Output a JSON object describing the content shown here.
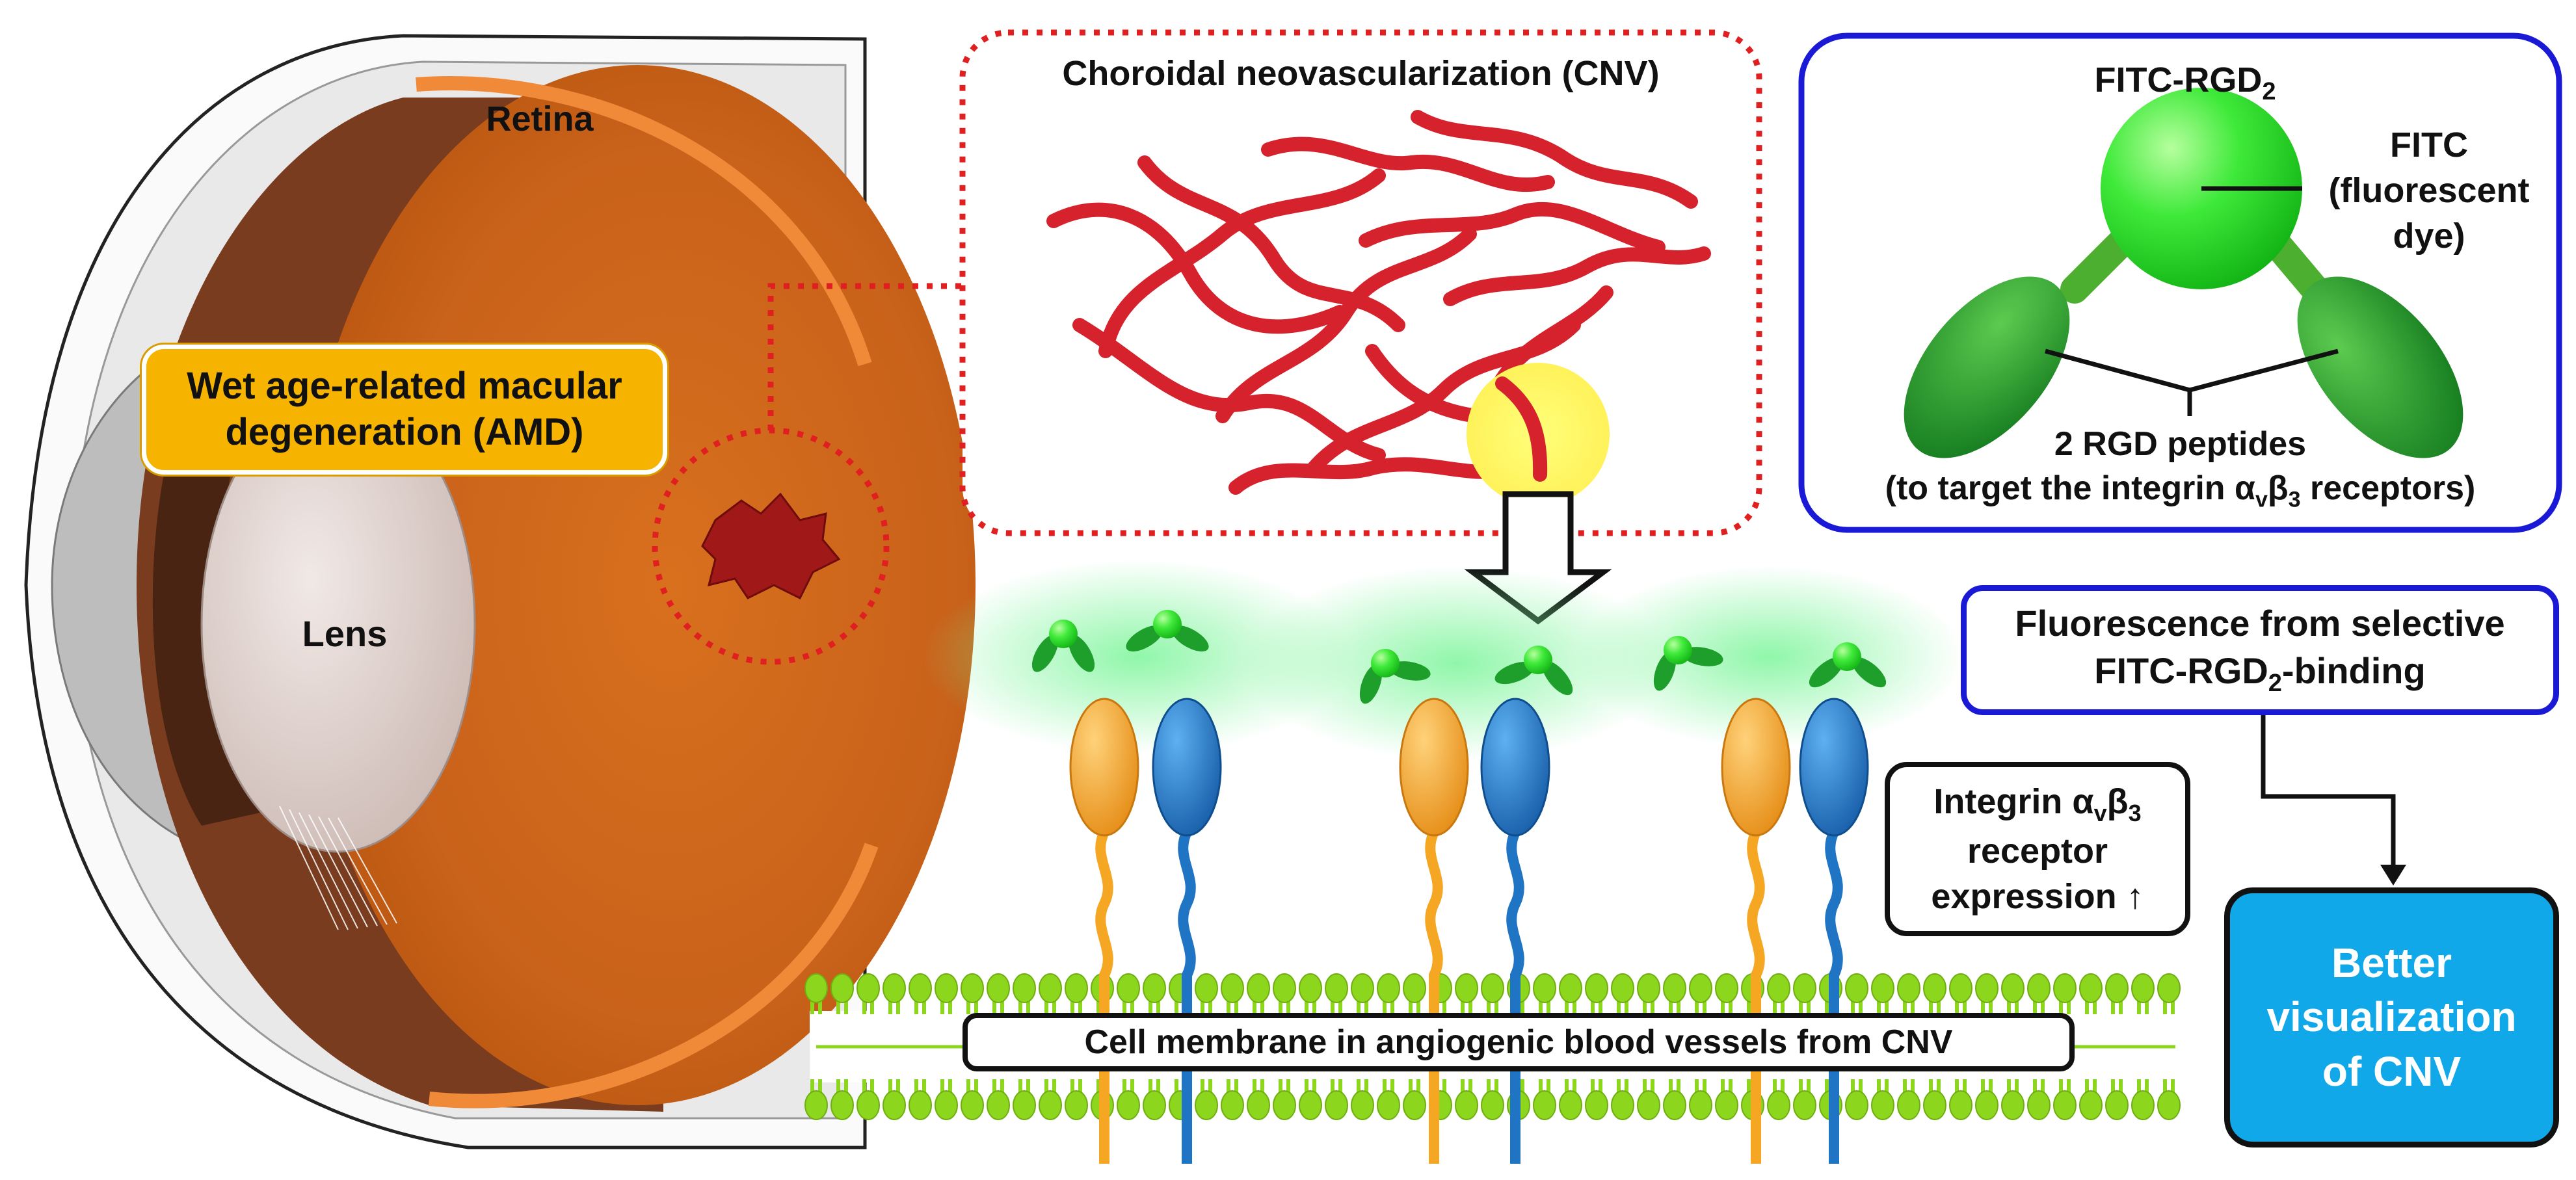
{
  "eye": {
    "retina_label": "Retina",
    "lens_label": "Lens",
    "amd_line1": "Wet age-related macular",
    "amd_line2": "degeneration (AMD)"
  },
  "cnv_box": {
    "title": "Choroidal neovascularization (CNV)"
  },
  "fitc_box": {
    "title_main": "FITC-RGD",
    "title_sub": "2",
    "fitc_line1": "FITC",
    "fitc_line2": "(fluorescent",
    "fitc_line3": "dye)",
    "rgd_line1": "2 RGD peptides",
    "rgd_line2_a": "(to target the integrin α",
    "rgd_line2_v": "v",
    "rgd_line2_b": "β",
    "rgd_line2_3": "3",
    "rgd_line2_c": " receptors)"
  },
  "fluorescence_box": {
    "line1": "Fluorescence from selective",
    "line2_a": "FITC-RGD",
    "line2_sub": "2",
    "line2_b": "-binding"
  },
  "integrin_box": {
    "line1_a": "Integrin α",
    "line1_v": "v",
    "line1_b": "β",
    "line1_3": "3",
    "line2": "receptor",
    "line3": "expression ↑"
  },
  "result_box": {
    "line1": "Better",
    "line2": "visualization",
    "line3": "of CNV"
  },
  "membrane": {
    "label": "Cell membrane in angiogenic blood vessels from CNV"
  },
  "colors": {
    "retina": "#E07A2A",
    "cnv_red": "#E8323C",
    "fitc_green": "#22DD22",
    "rgd_green": "#1E9E2A",
    "lipid_green": "#8CD61E",
    "receptor_orange": "#F5A623",
    "receptor_blue": "#1F74C4",
    "amd_yellow": "#F6B400",
    "result_blue": "#10A8E8",
    "outline_blue": "#1A1AD6",
    "dotted_red": "#E02020"
  }
}
